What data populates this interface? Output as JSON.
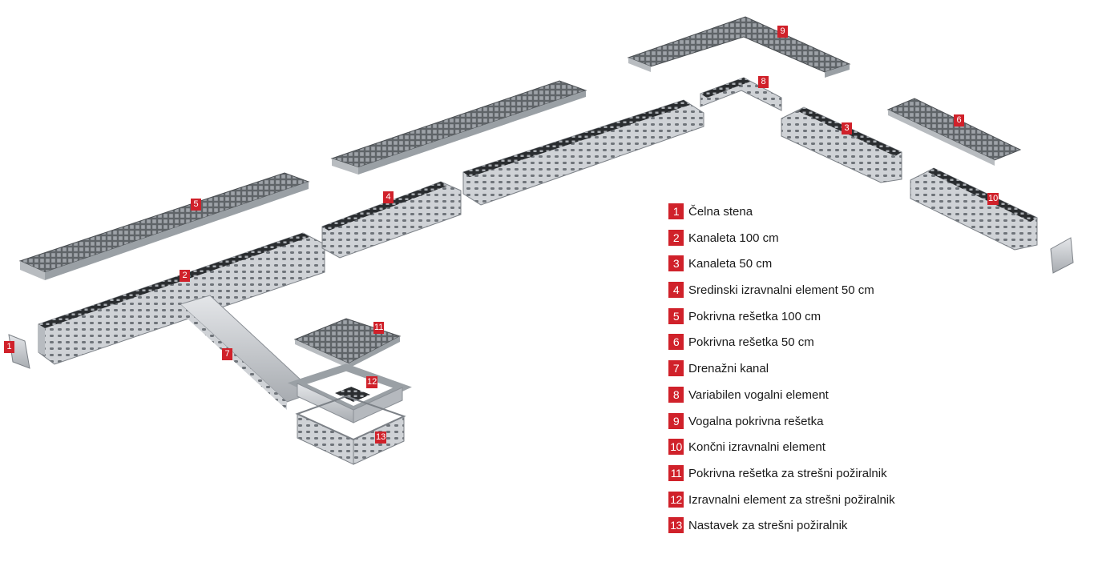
{
  "legend": [
    {
      "number": "1",
      "label": "Čelna stena"
    },
    {
      "number": "2",
      "label": "Kanaleta 100 cm"
    },
    {
      "number": "3",
      "label": "Kanaleta 50 cm"
    },
    {
      "number": "4",
      "label": "Sredinski izravnalni element 50 cm"
    },
    {
      "number": "5",
      "label": "Pokrivna rešetka 100 cm"
    },
    {
      "number": "6",
      "label": "Pokrivna rešetka 50 cm"
    },
    {
      "number": "7",
      "label": "Drenažni kanal"
    },
    {
      "number": "8",
      "label": "Variabilen vogalni element"
    },
    {
      "number": "9",
      "label": "Vogalna pokrivna rešetka"
    },
    {
      "number": "10",
      "label": "Končni izravnalni element"
    },
    {
      "number": "11",
      "label": "Pokrivna rešetka za strešni požiralnik"
    },
    {
      "number": "12",
      "label": "Izravnalni element za strešni požiralnik"
    },
    {
      "number": "13",
      "label": "Nastavek za strešni požiralnik"
    }
  ],
  "colors": {
    "badge": "#d0212a",
    "grate": "#6e7378",
    "steel": "#c9ccd0",
    "steel_dark": "#8a8f95",
    "channel_top": "#2b2e31"
  }
}
